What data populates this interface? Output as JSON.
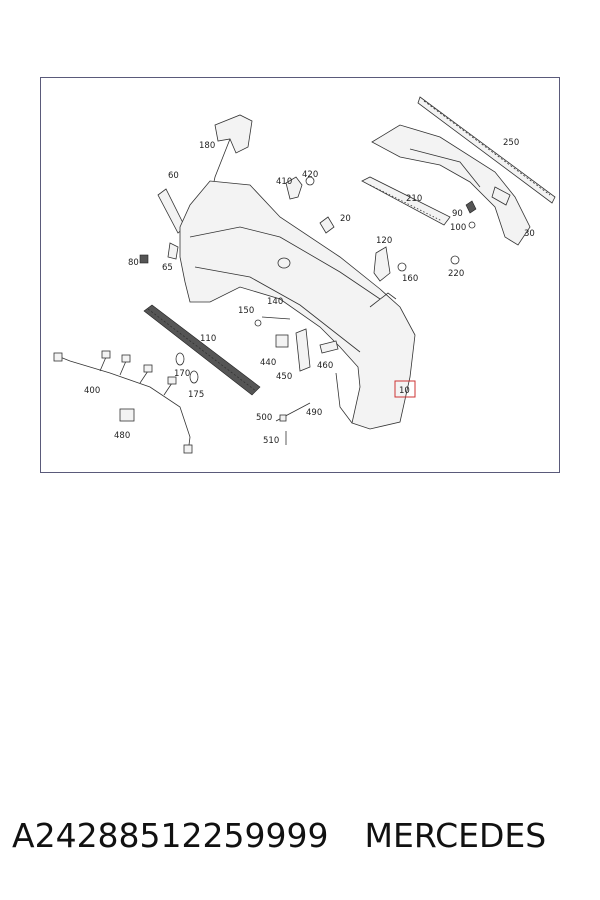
{
  "diagram": {
    "labels": {
      "l10": "10",
      "l20": "20",
      "l30": "30",
      "l60": "60",
      "l65": "65",
      "l80": "80",
      "l90": "90",
      "l100": "100",
      "l110": "110",
      "l120": "120",
      "l140": "140",
      "l150": "150",
      "l160": "160",
      "l170": "170",
      "l175": "175",
      "l180": "180",
      "l210": "210",
      "l220": "220",
      "l250": "250",
      "l400": "400",
      "l410": "410",
      "l420": "420",
      "l440": "440",
      "l450": "450",
      "l460": "460",
      "l480": "480",
      "l490": "490",
      "l500": "500",
      "l510": "510"
    },
    "highlight_color": "#cc3333",
    "frame_color": "#5a5a7a"
  },
  "footer": {
    "part_number": "A24288512259999",
    "brand": "MERCEDES"
  }
}
